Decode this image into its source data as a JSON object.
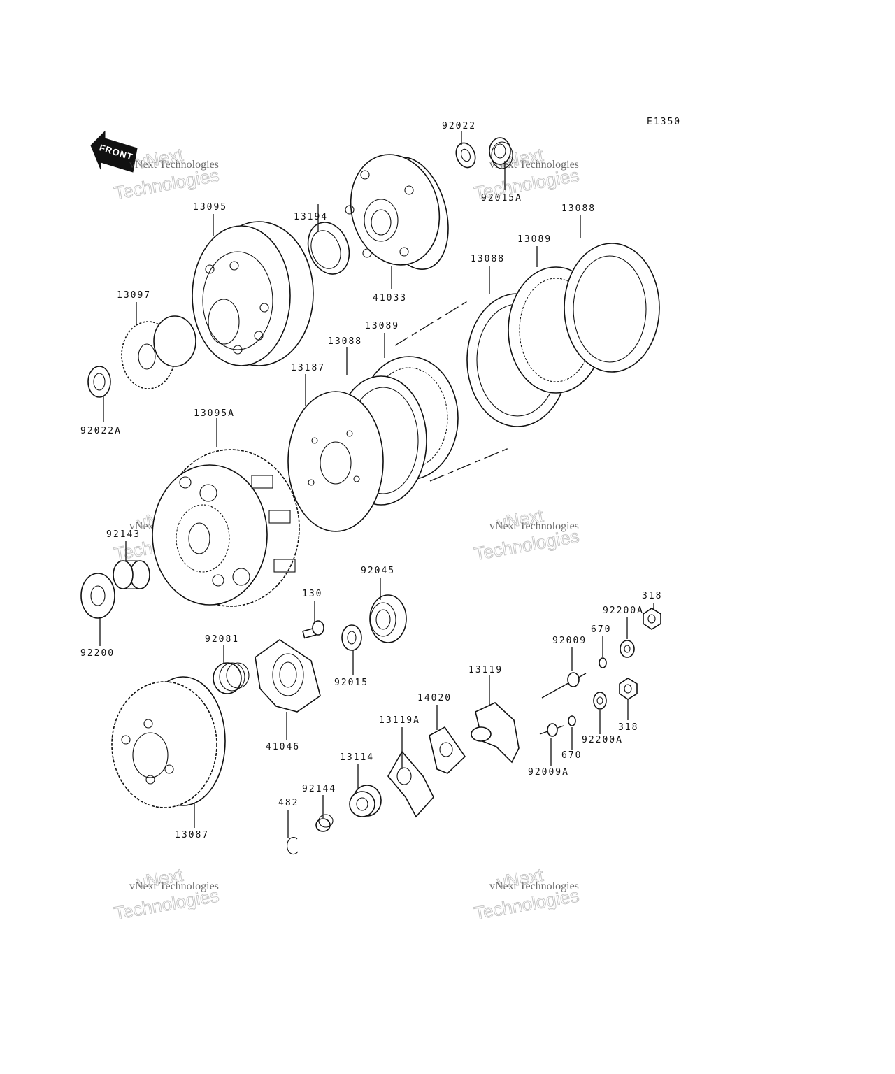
{
  "diagram_code": "E1350",
  "front_label": "FRONT",
  "watermark": {
    "line1": "vNext Technologies",
    "line2": "vNext",
    "line3": "Technologies"
  },
  "parts": [
    "92022",
    "92015A",
    "13088",
    "13089",
    "13194",
    "13095",
    "41033",
    "13097",
    "92022A",
    "13187",
    "13095A",
    "92143",
    "92200",
    "92045",
    "130",
    "318",
    "92200A",
    "92009",
    "670",
    "92081",
    "92015",
    "41046",
    "13119",
    "14020",
    "13119A",
    "92009A",
    "13114",
    "92144",
    "482",
    "13087"
  ]
}
